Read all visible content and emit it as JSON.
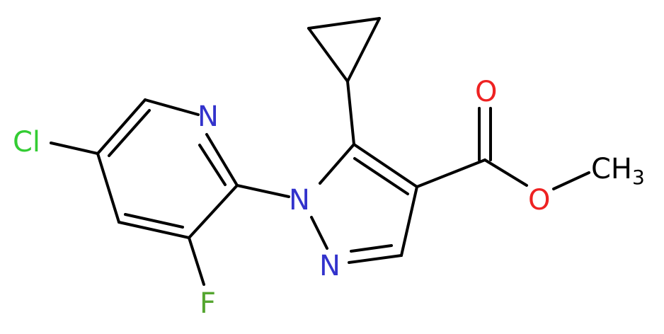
{
  "atoms": {
    "cl": {
      "label": "Cl",
      "color": "#33cc33"
    },
    "n_pyridine": {
      "label": "N",
      "color": "#3333cc"
    },
    "f": {
      "label": "F",
      "color": "#55a630"
    },
    "n1_pyrazole": {
      "label": "N",
      "color": "#3333cc"
    },
    "n2_pyrazole": {
      "label": "N",
      "color": "#3333cc"
    },
    "o_carbonyl": {
      "label": "O",
      "color": "#ee2222"
    },
    "o_ester": {
      "label": "O",
      "color": "#ee2222"
    },
    "methyl": {
      "label": "CH",
      "subscript": "3",
      "color": "#000000"
    }
  }
}
